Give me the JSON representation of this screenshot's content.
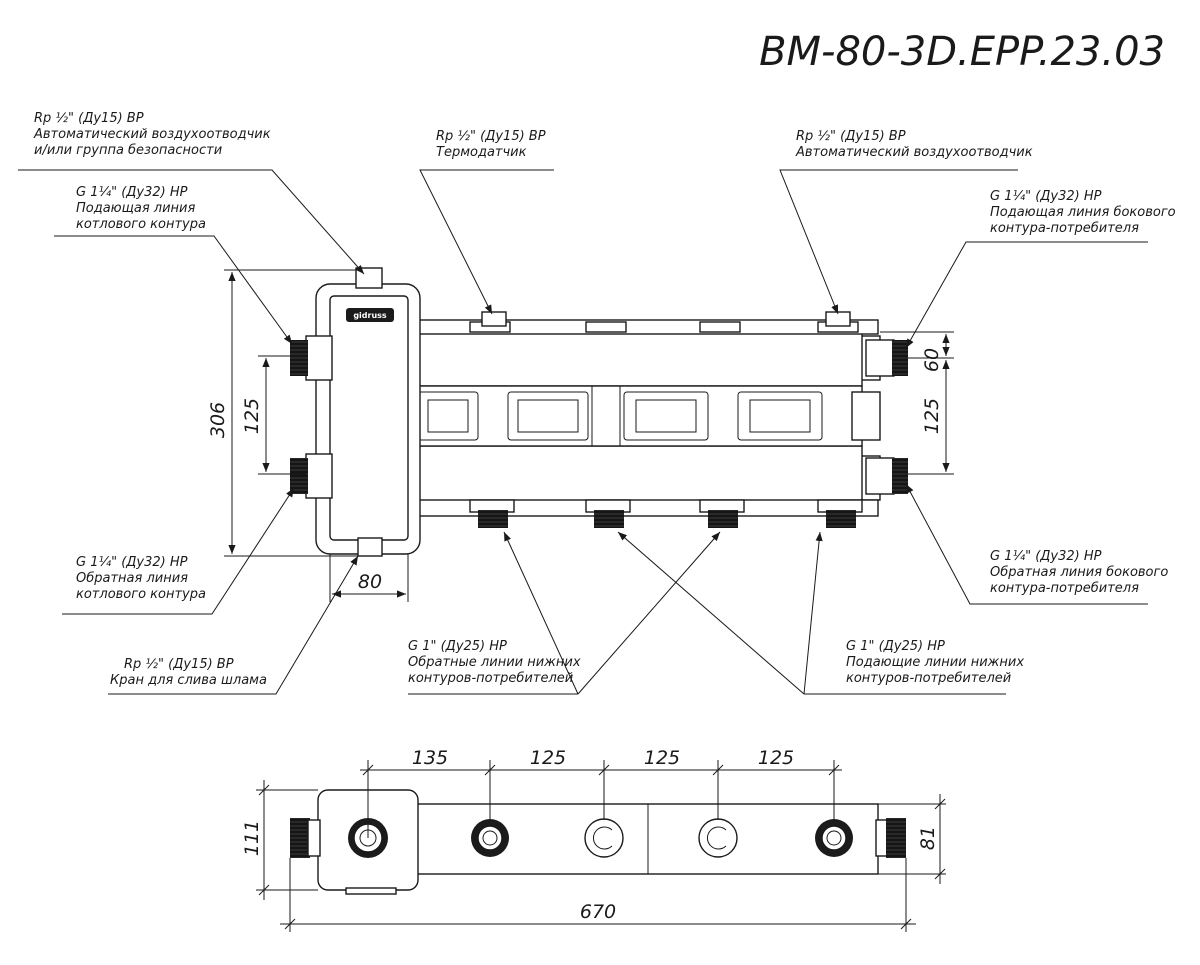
{
  "title": "BM-80-3D.EPP.23.03",
  "logo_text": "gidruss",
  "callouts": {
    "air_vent_left": {
      "line1": "Rp ½\" (Ду15) ВР",
      "line2": "Автоматический воздухоотводчик",
      "line3": "и/или группа безопасности"
    },
    "boiler_supply": {
      "line1": "G 1¼\" (Ду32) НР",
      "line2": "Подающая линия",
      "line3": "котлового контура"
    },
    "thermo_sensor": {
      "line1": "Rp ½\" (Ду15) ВР",
      "line2": "Термодатчик"
    },
    "air_vent_right": {
      "line1": "Rp ½\" (Ду15) ВР",
      "line2": "Автоматический воздухоотводчик"
    },
    "side_supply": {
      "line1": "G 1¼\" (Ду32) НР",
      "line2": "Подающая линия бокового",
      "line3": "контура-потребителя"
    },
    "boiler_return": {
      "line1": "G 1¼\" (Ду32) НР",
      "line2": "Обратная линия",
      "line3": "котлового контура"
    },
    "side_return": {
      "line1": "G 1¼\" (Ду32) НР",
      "line2": "Обратная линия бокового",
      "line3": "контура-потребителя"
    },
    "drain_valve": {
      "line1": "Rp ½\" (Ду15) ВР",
      "line2": "Кран для слива шлама"
    },
    "bottom_return": {
      "line1": "G 1\" (Ду25) НР",
      "line2": "Обратные линии нижних",
      "line3": "контуров-потребителей"
    },
    "bottom_supply": {
      "line1": "G 1\" (Ду25) НР",
      "line2": "Подающие линии нижних",
      "line3": "контуров-потребителей"
    }
  },
  "dimensions": {
    "height_total": "306",
    "boiler_spacing": "125",
    "separator_width": "80",
    "right_top_offset": "60",
    "right_spacing": "125",
    "plan_first": "135",
    "plan_second": "125",
    "plan_third": "125",
    "plan_fourth": "125",
    "plan_depth_left": "111",
    "plan_depth_right": "81",
    "total_length": "670"
  }
}
